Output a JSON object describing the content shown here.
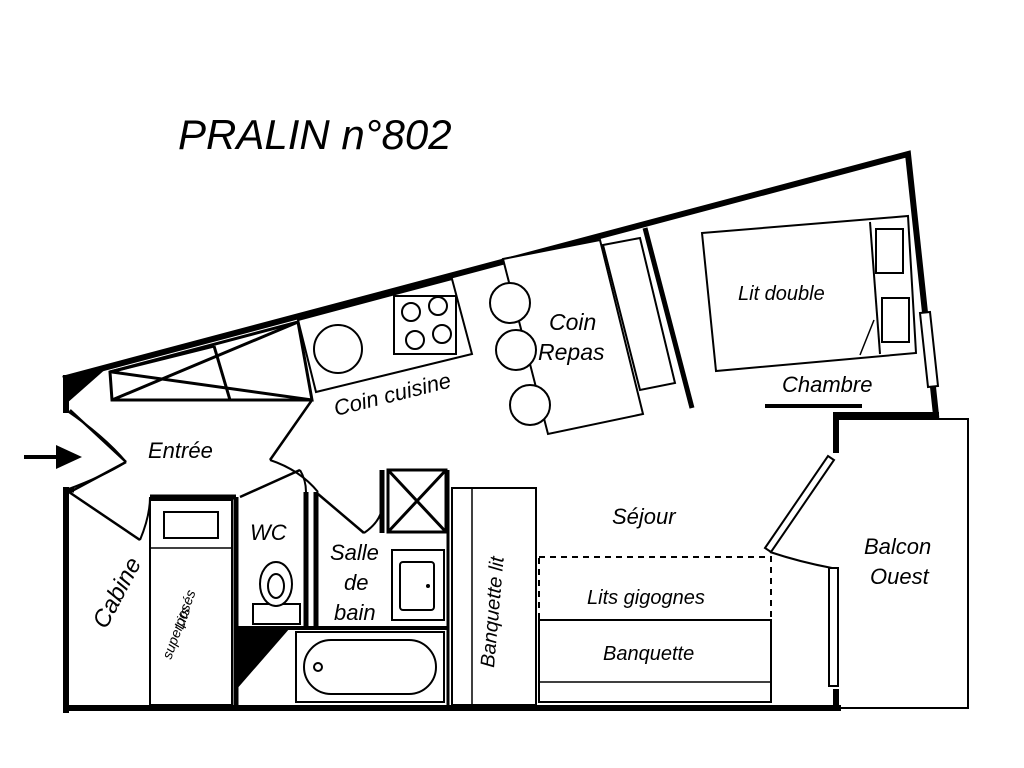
{
  "title": "PRALIN n°802",
  "rooms": {
    "entree": "Entrée",
    "coin_cuisine": "Coin cuisine",
    "coin_repas_line1": "Coin",
    "coin_repas_line2": "Repas",
    "lit_double": "Lit double",
    "chambre": "Chambre",
    "sejour": "Séjour",
    "balcon_line1": "Balcon",
    "balcon_line2": "Ouest",
    "lits_gigognes": "Lits gigognes",
    "banquette": "Banquette",
    "banquette_lit": "Banquette lit",
    "salle_line1": "Salle",
    "salle_line2": "de",
    "salle_line3": "bain",
    "wc": "WC",
    "cabine": "Cabine",
    "lits_superposes_line1": "Lits",
    "lits_superposes_line2": "superposés"
  },
  "icons": {
    "entry": "entry-arrow-icon",
    "toilet": "toilet-icon",
    "bathtub": "bathtub-icon",
    "sink": "sink-icon",
    "cooktop": "cooktop-icon"
  }
}
